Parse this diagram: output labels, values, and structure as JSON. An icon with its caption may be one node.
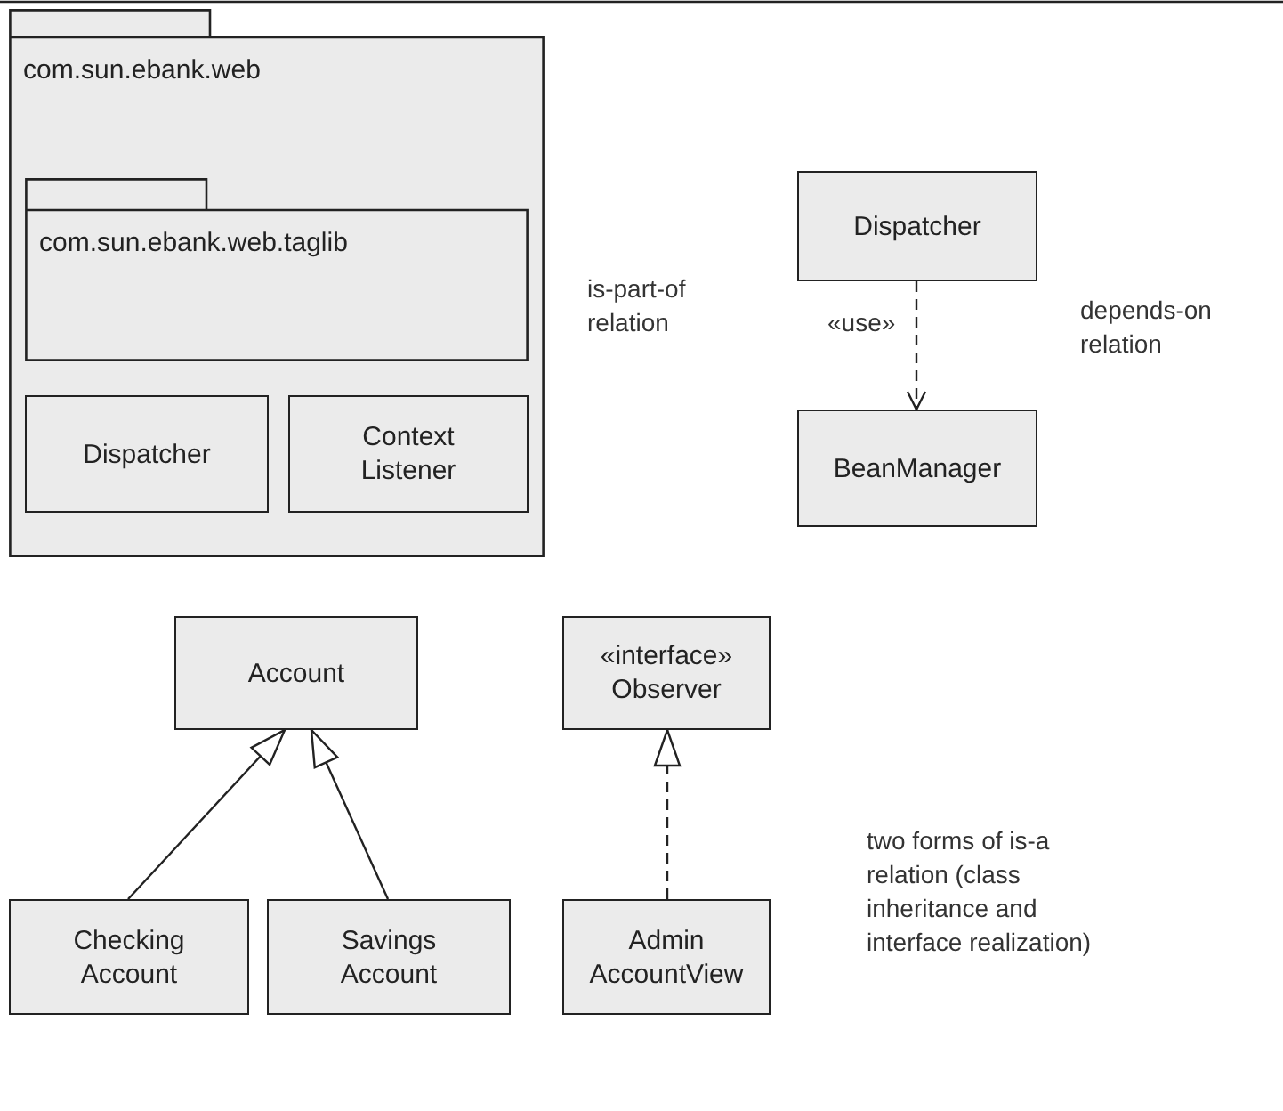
{
  "diagram": {
    "nodes": [
      {
        "text": [
          "com.sun.ebank.web"
        ]
      },
      {
        "text": [
          "com.sun.ebank.web.taglib"
        ],
        "in": 0
      },
      {
        "text": [
          "Dispatcher"
        ],
        "in": 0
      },
      {
        "text": [
          "Context Listener"
        ],
        "in": 0
      },
      {
        "text": [
          "Dispatcher"
        ]
      },
      {
        "text": [
          "BeanManager"
        ]
      },
      {
        "text": [
          "Account"
        ]
      },
      {
        "text": [
          "«interface»",
          "Observer"
        ]
      },
      {
        "text": [
          "Checking Account"
        ]
      },
      {
        "text": [
          "Savings Account"
        ]
      },
      {
        "text": [
          "Admin AccountView"
        ]
      }
    ],
    "edges": [
      {
        "from": 4,
        "to": 5,
        "arrow": "to",
        "style": "dashed",
        "label": "«use»"
      },
      {
        "from": 8,
        "to": 6,
        "arrow": "to"
      },
      {
        "from": 9,
        "to": 6,
        "arrow": "to"
      },
      {
        "from": 10,
        "to": 7,
        "arrow": "to",
        "style": "dashed"
      }
    ],
    "labels": [
      "is-part-of relation",
      "depends-on relation",
      "two forms of is-a relation (class inheritance and interface realization)"
    ]
  }
}
